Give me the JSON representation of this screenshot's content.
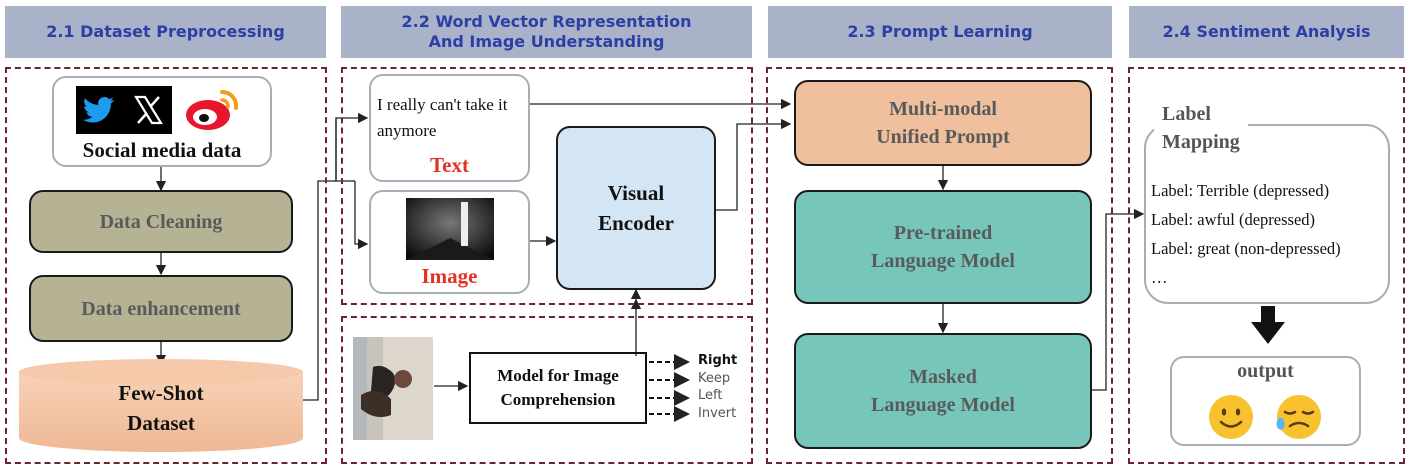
{
  "headers": {
    "s1": "2.1 Dataset Preprocessing",
    "s2_line1": "2.2 Word Vector Representation",
    "s2_line2": "And Image Understanding",
    "s3": "2.3 Prompt Learning",
    "s4": "2.4 Sentiment Analysis"
  },
  "preprocessing": {
    "social_media": "Social media data",
    "cleaning": "Data Cleaning",
    "enhancement": "Data enhancement",
    "dataset_line1": "Few-Shot",
    "dataset_line2": "Dataset"
  },
  "representation": {
    "text_sample_line1": "I really can't take it",
    "text_sample_line2": "anymore",
    "text_label": "Text",
    "image_label": "Image",
    "encoder_line1": "Visual",
    "encoder_line2": "Encoder",
    "comprehension_line1": "Model for Image",
    "comprehension_line2": "Comprehension",
    "orientations": [
      "Right",
      "Keep",
      "Left",
      "Invert"
    ]
  },
  "prompt": {
    "multimodal_line1": "Multi-modal",
    "multimodal_line2": "Unified Prompt",
    "pretrained_line1": "Pre-trained",
    "pretrained_line2": "Language Model",
    "masked_line1": "Masked",
    "masked_line2": "Language Model"
  },
  "sentiment": {
    "mapping_line1": "Label",
    "mapping_line2": "Mapping",
    "labels": [
      "Label: Terrible (depressed)",
      "Label: awful (depressed)",
      "Label: great (non-depressed)",
      "…"
    ],
    "output": "output"
  },
  "icons": [
    "twitter-bird-icon",
    "x-logo-icon",
    "weibo-logo-icon",
    "smile-emoji-icon",
    "crying-emoji-icon",
    "down-arrow-icon"
  ],
  "colors": {
    "header_bg": "#a9b2c8",
    "header_text": "#2b3fa5",
    "panel_border": "#6b2430",
    "olive": "#b6b395",
    "peach": "#efbf9e",
    "teal": "#76c6bc",
    "encoder_blue": "#d4e6f3",
    "label_red": "#e53024"
  }
}
